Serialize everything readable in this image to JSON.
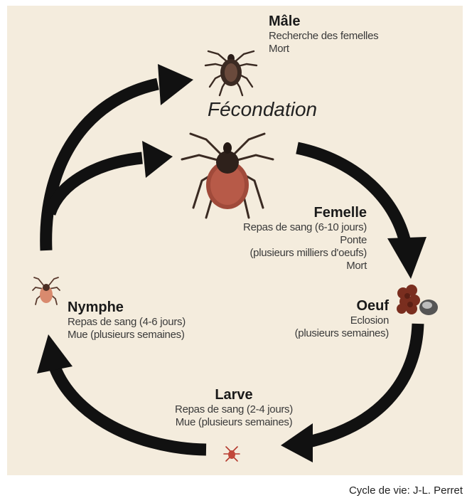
{
  "male": {
    "title": "Mâle",
    "lines": [
      "Recherche des femelles",
      "Mort"
    ]
  },
  "fecondation": "Fécondation",
  "femelle": {
    "title": "Femelle",
    "lines": [
      "Repas de sang (6-10 jours)",
      "Ponte",
      "(plusieurs milliers d'oeufs)",
      "Mort"
    ]
  },
  "oeuf": {
    "title": "Oeuf",
    "lines": [
      "Eclosion",
      "(plusieurs semaines)"
    ]
  },
  "larve": {
    "title": "Larve",
    "lines": [
      "Repas de sang (2-4 jours)",
      "Mue (plusieurs semaines)"
    ]
  },
  "nymphe": {
    "title": "Nymphe",
    "lines": [
      "Repas de sang (4-6 jours)",
      "Mue (plusieurs semaines)"
    ]
  },
  "credit": "Cycle de vie: J-L. Perret",
  "icons": [
    "male-tick-icon",
    "female-tick-icon",
    "egg-cluster-icon",
    "larva-tick-icon",
    "nymph-tick-icon"
  ]
}
